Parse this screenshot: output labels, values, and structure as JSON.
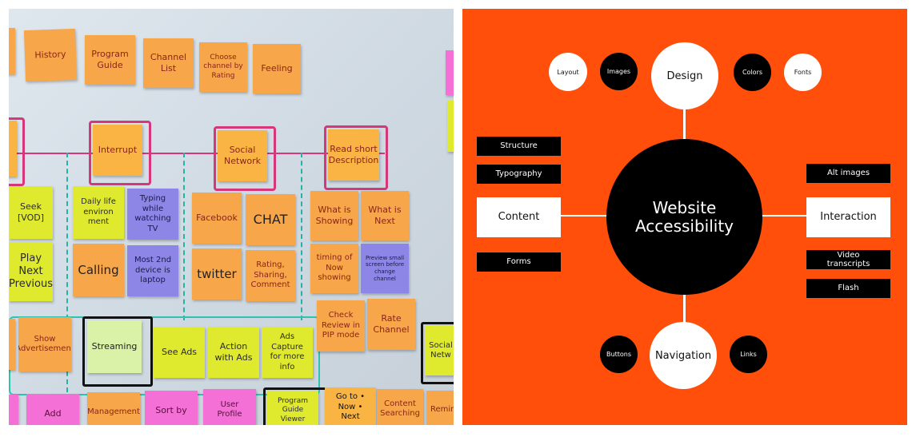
{
  "photo": {
    "notes": {
      "history": "History",
      "program_guide": "Program Guide",
      "channel_list": "Channel List",
      "choose_channel": "Choose channel by Rating",
      "feeling": "Feeling",
      "interrupt": "Interrupt",
      "social_network": "Social Network",
      "read_short": "Read short Description",
      "seek": "Seek [VOD]",
      "daily_life": "Daily life environ ment",
      "typing": "Typing while watching TV",
      "facebook": "Facebook",
      "chat": "CHAT",
      "what_showing": "What is Showing",
      "what_next": "What is Next",
      "play_next": "Play Next Previous",
      "calling": "Calling",
      "most_2nd": "Most 2nd device is laptop",
      "twitter": "twitter",
      "rating": "Rating, Sharing, Comment",
      "timing": "timing of Now showing",
      "preview": "Preview small screen before change channel",
      "check_review": "Check Review in PIP mode",
      "rate": "Rate Channel",
      "show_ad": "Show Advertisement",
      "streaming": "Streaming",
      "see_ads": "See Ads",
      "action_ads": "Action with Ads",
      "ads_capture": "Ads Capture for more info",
      "add": "Add",
      "management": "Management",
      "sort_by": "Sort by",
      "user_profile": "User Profile",
      "program_viewer": "Program Guide Viewer",
      "goto": "Go to • Now • Next",
      "content_search": "Content Searching",
      "remind": "Remind",
      "social_partial": "Social Netw"
    }
  },
  "mindmap": {
    "center": "Website Accessibility",
    "design": "Design",
    "navigation": "Navigation",
    "content": "Content",
    "interaction": "Interaction",
    "layout": "Layout",
    "images": "Images",
    "colors": "Colors",
    "fonts": "Fonts",
    "buttons": "Buttons",
    "links": "Links",
    "structure": "Structure",
    "typography": "Typography",
    "forms": "Forms",
    "alt_images": "Alt images",
    "video_transcripts": "Video transcripts",
    "flash": "Flash",
    "colors_palette": {
      "background": "#ff4f0a",
      "dark": "#000000",
      "light": "#ffffff"
    }
  }
}
